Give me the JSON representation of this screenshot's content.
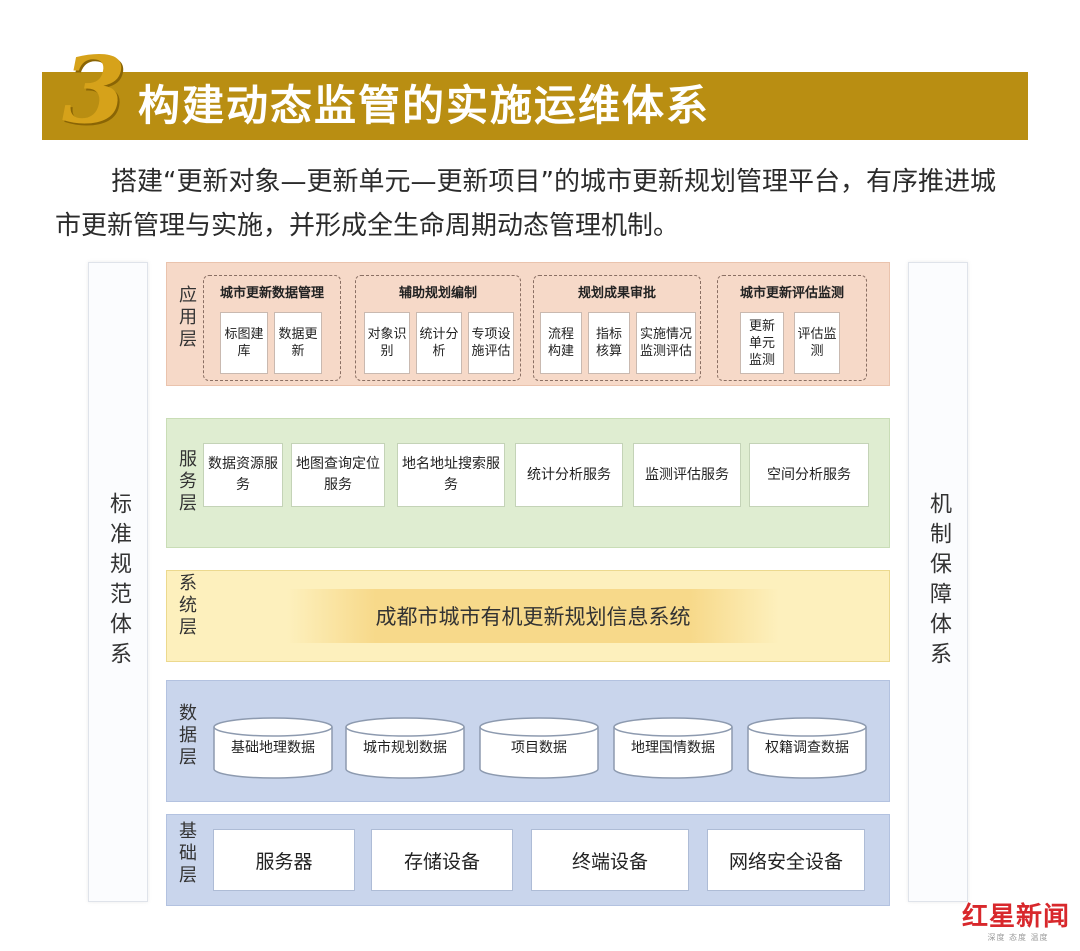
{
  "header": {
    "number": "3",
    "title": "构建动态监管的实施运维体系"
  },
  "intro": "搭建“更新对象—更新单元—更新项目”的城市更新规划管理平台，有序推进城市更新管理与实施，并形成全生命周期动态管理机制。",
  "left_pillar": "标准规范体系",
  "right_pillar": "机制保障体系",
  "layers": {
    "application": {
      "label": "应用层",
      "groups": [
        {
          "title": "城市更新数据管理",
          "items": [
            "标图建库",
            "数据更新"
          ]
        },
        {
          "title": "辅助规划编制",
          "items": [
            "对象识别",
            "统计分析",
            "专项设施评估"
          ]
        },
        {
          "title": "规划成果审批",
          "items": [
            "流程构建",
            "指标核算",
            "实施情况监测评估"
          ]
        },
        {
          "title": "城市更新评估监测",
          "items": [
            "更新单元监测",
            "评估监测"
          ]
        }
      ]
    },
    "service": {
      "label": "服务层",
      "items": [
        "数据资源服务",
        "地图查询定位服务",
        "地名地址搜索服务",
        "统计分析服务",
        "监测评估服务",
        "空间分析服务"
      ]
    },
    "system": {
      "label": "系统层",
      "name": "成都市城市有机更新规划信息系统"
    },
    "data": {
      "label": "数据层",
      "items": [
        "基础地理数据",
        "城市规划数据",
        "项目数据",
        "地理国情数据",
        "权籍调查数据"
      ]
    },
    "infrastructure": {
      "label": "基础层",
      "items": [
        "服务器",
        "存储设备",
        "终端设备",
        "网络安全设备"
      ]
    }
  },
  "watermark": {
    "main": "红星新闻",
    "sub": "深度 态度 温度"
  }
}
